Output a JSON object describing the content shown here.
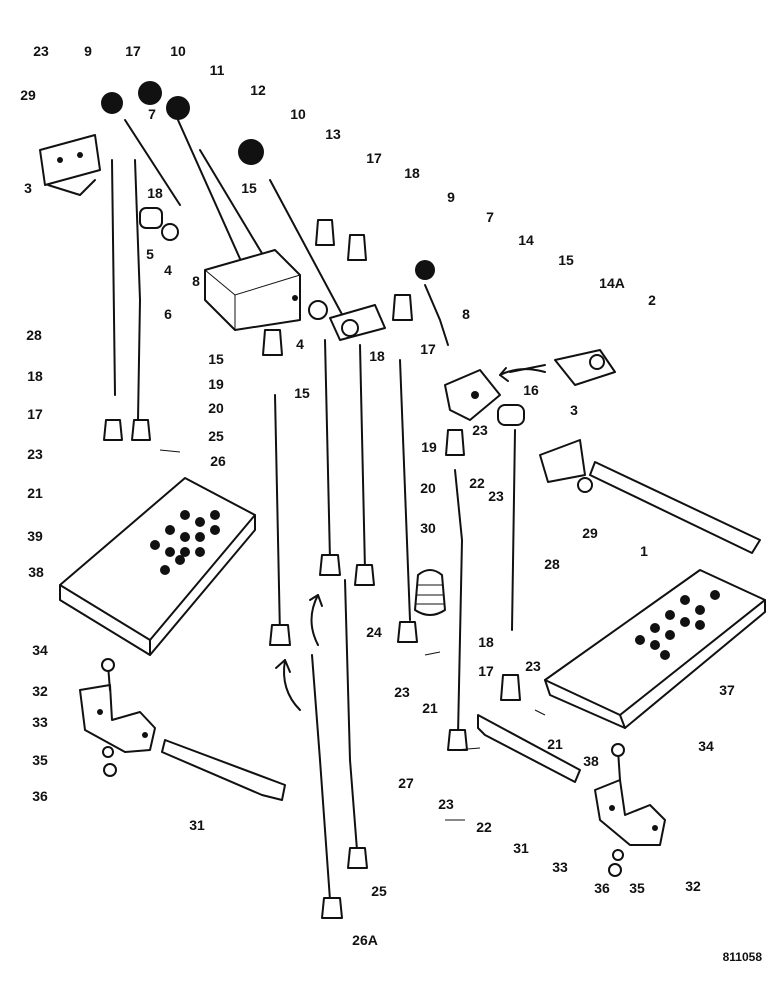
{
  "drawing_number": "811058",
  "callouts": [
    "23",
    "9",
    "17",
    "10",
    "29",
    "11",
    "12",
    "10",
    "13",
    "18",
    "3",
    "5",
    "4",
    "8",
    "17",
    "15",
    "18",
    "9",
    "7",
    "14",
    "15",
    "14A",
    "2",
    "6",
    "28",
    "15",
    "4",
    "15",
    "18",
    "17",
    "8",
    "19",
    "20",
    "18",
    "16",
    "3",
    "17",
    "23",
    "19",
    "25",
    "26",
    "23",
    "22",
    "20",
    "23",
    "21",
    "1",
    "29",
    "39",
    "30",
    "28",
    "24",
    "38",
    "18",
    "17",
    "23",
    "37",
    "34",
    "23",
    "21",
    "32",
    "33",
    "21",
    "34",
    "35",
    "36",
    "27",
    "38",
    "31",
    "23",
    "22",
    "31",
    "32",
    "33",
    "36",
    "35",
    "25",
    "26A",
    "7"
  ],
  "colors": {
    "ink": "#111111",
    "background": "#ffffff"
  }
}
